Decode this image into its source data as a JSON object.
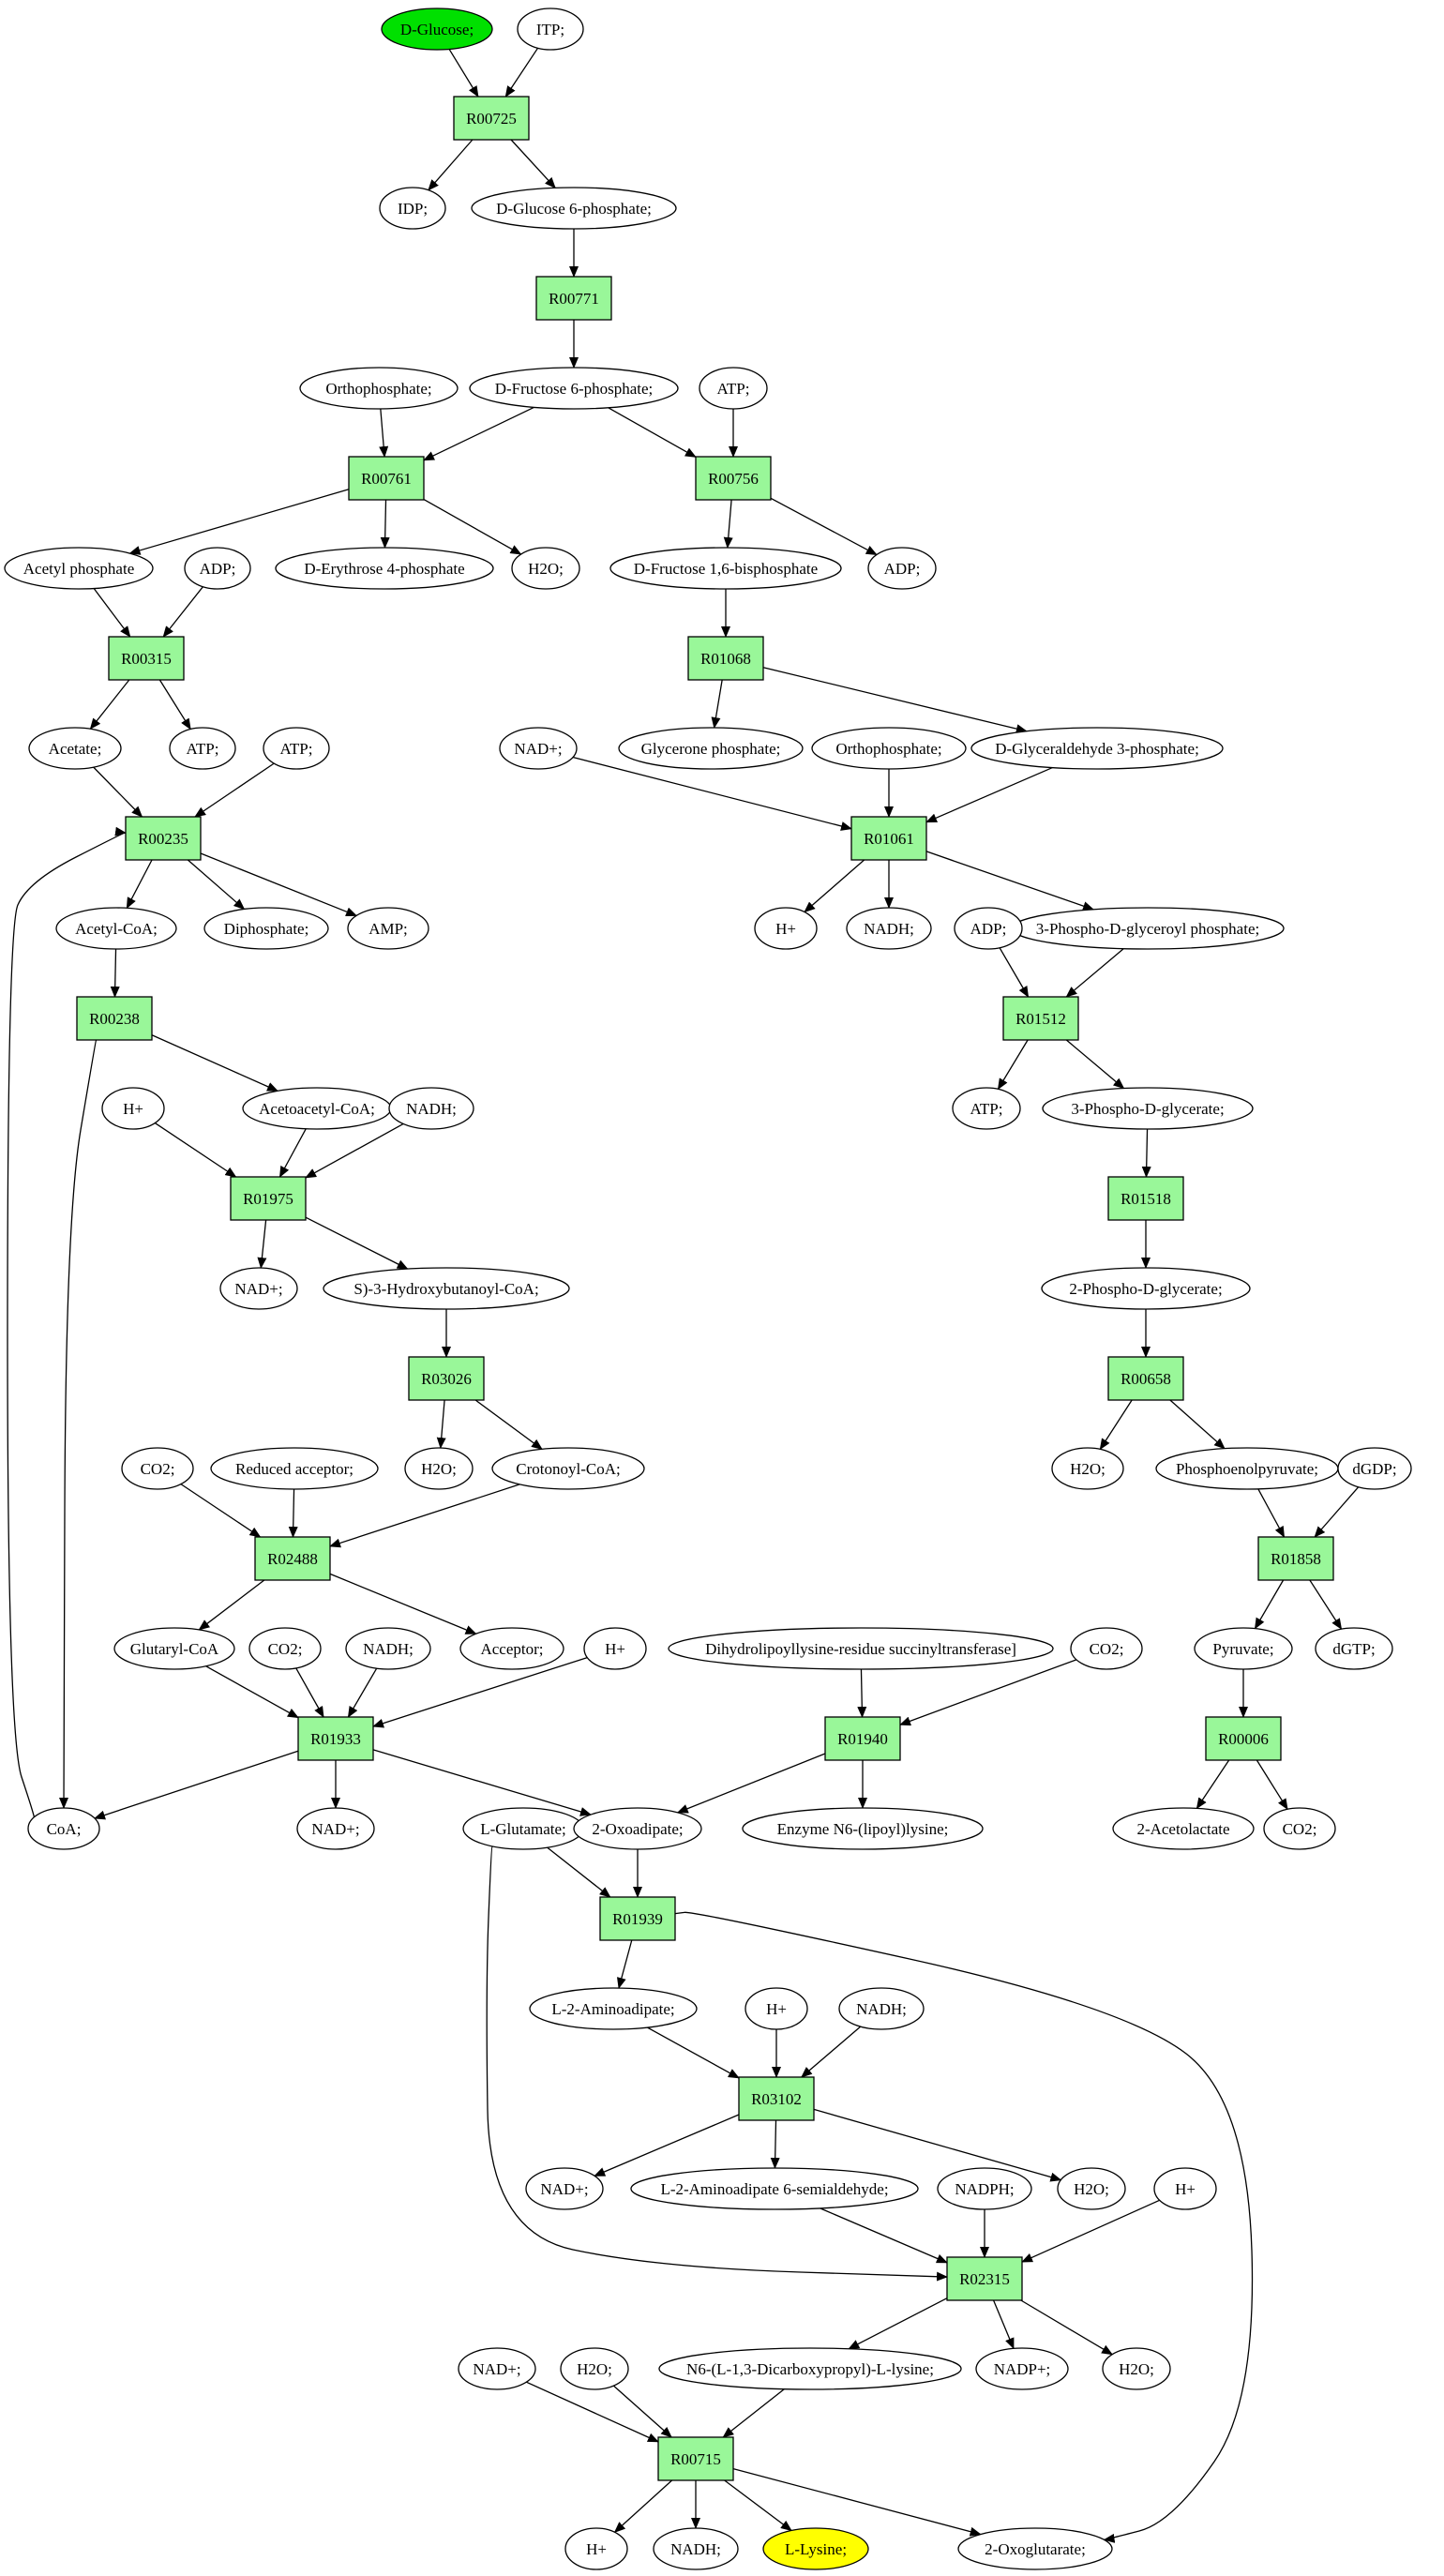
{
  "colors": {
    "reaction_fill": "#99f799",
    "compound_fill": "#ffffff",
    "source_fill": "#00e000",
    "target_fill": "#ffff00",
    "stroke": "#000000"
  },
  "nodes": [
    {
      "id": "glc",
      "label": "D-Glucose;",
      "kind": "compound",
      "highlight": "source"
    },
    {
      "id": "itp",
      "label": "ITP;",
      "kind": "compound"
    },
    {
      "id": "R00725",
      "label": "R00725",
      "kind": "reaction"
    },
    {
      "id": "idp",
      "label": "IDP;",
      "kind": "compound"
    },
    {
      "id": "g6p",
      "label": "D-Glucose 6-phosphate;",
      "kind": "compound"
    },
    {
      "id": "R00771",
      "label": "R00771",
      "kind": "reaction"
    },
    {
      "id": "ortho1",
      "label": "Orthophosphate;",
      "kind": "compound"
    },
    {
      "id": "f6p",
      "label": "D-Fructose 6-phosphate;",
      "kind": "compound"
    },
    {
      "id": "atp1",
      "label": "ATP;",
      "kind": "compound"
    },
    {
      "id": "R00761",
      "label": "R00761",
      "kind": "reaction"
    },
    {
      "id": "R00756",
      "label": "R00756",
      "kind": "reaction"
    },
    {
      "id": "acp",
      "label": "Acetyl phosphate",
      "kind": "compound"
    },
    {
      "id": "adp1",
      "label": "ADP;",
      "kind": "compound"
    },
    {
      "id": "e4p",
      "label": "D-Erythrose 4-phosphate",
      "kind": "compound"
    },
    {
      "id": "h2o1",
      "label": "H2O;",
      "kind": "compound"
    },
    {
      "id": "fbp",
      "label": "D-Fructose 1,6-bisphosphate",
      "kind": "compound"
    },
    {
      "id": "adp2",
      "label": "ADP;",
      "kind": "compound"
    },
    {
      "id": "R00315",
      "label": "R00315",
      "kind": "reaction"
    },
    {
      "id": "R01068",
      "label": "R01068",
      "kind": "reaction"
    },
    {
      "id": "acetate",
      "label": "Acetate;",
      "kind": "compound"
    },
    {
      "id": "atp2",
      "label": "ATP;",
      "kind": "compound"
    },
    {
      "id": "atp3",
      "label": "ATP;",
      "kind": "compound"
    },
    {
      "id": "nadp1",
      "label": "NAD+;",
      "kind": "compound"
    },
    {
      "id": "glyp",
      "label": "Glycerone phosphate;",
      "kind": "compound"
    },
    {
      "id": "ortho2",
      "label": "Orthophosphate;",
      "kind": "compound"
    },
    {
      "id": "g3p",
      "label": "D-Glyceraldehyde 3-phosphate;",
      "kind": "compound"
    },
    {
      "id": "R00235",
      "label": "R00235",
      "kind": "reaction"
    },
    {
      "id": "R01061",
      "label": "R01061",
      "kind": "reaction"
    },
    {
      "id": "acoa",
      "label": "Acetyl-CoA;",
      "kind": "compound"
    },
    {
      "id": "dip",
      "label": "Diphosphate;",
      "kind": "compound"
    },
    {
      "id": "amp",
      "label": "AMP;",
      "kind": "compound"
    },
    {
      "id": "hplus1",
      "label": "H+",
      "kind": "compound"
    },
    {
      "id": "nadh1",
      "label": "NADH;",
      "kind": "compound"
    },
    {
      "id": "pgp",
      "label": "3-Phospho-D-glyceroyl phosphate;",
      "kind": "compound"
    },
    {
      "id": "adp3",
      "label": "ADP;",
      "kind": "compound"
    },
    {
      "id": "R00238",
      "label": "R00238",
      "kind": "reaction"
    },
    {
      "id": "R01512",
      "label": "R01512",
      "kind": "reaction"
    },
    {
      "id": "hplus2",
      "label": "H+",
      "kind": "compound"
    },
    {
      "id": "aacoa",
      "label": "Acetoacetyl-CoA;",
      "kind": "compound"
    },
    {
      "id": "nadh2",
      "label": "NADH;",
      "kind": "compound"
    },
    {
      "id": "atp4",
      "label": "ATP;",
      "kind": "compound"
    },
    {
      "id": "pg3",
      "label": "3-Phospho-D-glycerate;",
      "kind": "compound"
    },
    {
      "id": "R01975",
      "label": "R01975",
      "kind": "reaction"
    },
    {
      "id": "R01518",
      "label": "R01518",
      "kind": "reaction"
    },
    {
      "id": "nadp2",
      "label": "NAD+;",
      "kind": "compound"
    },
    {
      "id": "hbcoa",
      "label": "S)-3-Hydroxybutanoyl-CoA;",
      "kind": "compound"
    },
    {
      "id": "pg2",
      "label": "2-Phospho-D-glycerate;",
      "kind": "compound"
    },
    {
      "id": "R03026",
      "label": "R03026",
      "kind": "reaction"
    },
    {
      "id": "R00658",
      "label": "R00658",
      "kind": "reaction"
    },
    {
      "id": "co2a",
      "label": "CO2;",
      "kind": "compound"
    },
    {
      "id": "redacc",
      "label": "Reduced acceptor;",
      "kind": "compound"
    },
    {
      "id": "h2o2",
      "label": "H2O;",
      "kind": "compound"
    },
    {
      "id": "crcoa",
      "label": "Crotonoyl-CoA;",
      "kind": "compound"
    },
    {
      "id": "h2o3",
      "label": "H2O;",
      "kind": "compound"
    },
    {
      "id": "pep",
      "label": "Phosphoenolpyruvate;",
      "kind": "compound"
    },
    {
      "id": "dgdp",
      "label": "dGDP;",
      "kind": "compound"
    },
    {
      "id": "R02488",
      "label": "R02488",
      "kind": "reaction"
    },
    {
      "id": "R01858",
      "label": "R01858",
      "kind": "reaction"
    },
    {
      "id": "gcoa",
      "label": "Glutaryl-CoA",
      "kind": "compound"
    },
    {
      "id": "co2b",
      "label": "CO2;",
      "kind": "compound"
    },
    {
      "id": "nadh3",
      "label": "NADH;",
      "kind": "compound"
    },
    {
      "id": "acc",
      "label": "Acceptor;",
      "kind": "compound"
    },
    {
      "id": "hplus3",
      "label": "H+",
      "kind": "compound"
    },
    {
      "id": "dlst",
      "label": "Dihydrolipoyllysine-residue succinyltransferase]",
      "kind": "compound"
    },
    {
      "id": "co2c",
      "label": "CO2;",
      "kind": "compound"
    },
    {
      "id": "pyr",
      "label": "Pyruvate;",
      "kind": "compound"
    },
    {
      "id": "dgtp",
      "label": "dGTP;",
      "kind": "compound"
    },
    {
      "id": "R01933",
      "label": "R01933",
      "kind": "reaction"
    },
    {
      "id": "R01940",
      "label": "R01940",
      "kind": "reaction"
    },
    {
      "id": "R00006",
      "label": "R00006",
      "kind": "reaction"
    },
    {
      "id": "coa",
      "label": "CoA;",
      "kind": "compound"
    },
    {
      "id": "nadp3",
      "label": "NAD+;",
      "kind": "compound"
    },
    {
      "id": "lglu",
      "label": "L-Glutamate;",
      "kind": "compound"
    },
    {
      "id": "oxoad",
      "label": "2-Oxoadipate;",
      "kind": "compound"
    },
    {
      "id": "enzl",
      "label": "Enzyme N6-(lipoyl)lysine;",
      "kind": "compound"
    },
    {
      "id": "acl",
      "label": "2-Acetolactate",
      "kind": "compound"
    },
    {
      "id": "co2d",
      "label": "CO2;",
      "kind": "compound"
    },
    {
      "id": "R01939",
      "label": "R01939",
      "kind": "reaction"
    },
    {
      "id": "laad",
      "label": "L-2-Aminoadipate;",
      "kind": "compound"
    },
    {
      "id": "hplus4",
      "label": "H+",
      "kind": "compound"
    },
    {
      "id": "nadh4",
      "label": "NADH;",
      "kind": "compound"
    },
    {
      "id": "R03102",
      "label": "R03102",
      "kind": "reaction"
    },
    {
      "id": "nadp4",
      "label": "NAD+;",
      "kind": "compound"
    },
    {
      "id": "laas",
      "label": "L-2-Aminoadipate 6-semialdehyde;",
      "kind": "compound"
    },
    {
      "id": "nadph",
      "label": "NADPH;",
      "kind": "compound"
    },
    {
      "id": "h2o4",
      "label": "H2O;",
      "kind": "compound"
    },
    {
      "id": "hplus5",
      "label": "H+",
      "kind": "compound"
    },
    {
      "id": "R02315",
      "label": "R02315",
      "kind": "reaction"
    },
    {
      "id": "nadp5",
      "label": "NAD+;",
      "kind": "compound"
    },
    {
      "id": "h2o5",
      "label": "H2O;",
      "kind": "compound"
    },
    {
      "id": "sacc",
      "label": "N6-(L-1,3-Dicarboxypropyl)-L-lysine;",
      "kind": "compound"
    },
    {
      "id": "nadpplus",
      "label": "NADP+;",
      "kind": "compound"
    },
    {
      "id": "h2o6",
      "label": "H2O;",
      "kind": "compound"
    },
    {
      "id": "R00715",
      "label": "R00715",
      "kind": "reaction"
    },
    {
      "id": "hplus6",
      "label": "H+",
      "kind": "compound"
    },
    {
      "id": "nadh5",
      "label": "NADH;",
      "kind": "compound"
    },
    {
      "id": "lys",
      "label": "L-Lysine;",
      "kind": "compound",
      "highlight": "target"
    },
    {
      "id": "oxoglu",
      "label": "2-Oxoglutarate;",
      "kind": "compound"
    }
  ],
  "edges": [
    [
      "glc",
      "R00725"
    ],
    [
      "itp",
      "R00725"
    ],
    [
      "R00725",
      "idp"
    ],
    [
      "R00725",
      "g6p"
    ],
    [
      "g6p",
      "R00771"
    ],
    [
      "R00771",
      "f6p"
    ],
    [
      "ortho1",
      "R00761"
    ],
    [
      "f6p",
      "R00761"
    ],
    [
      "f6p",
      "R00756"
    ],
    [
      "atp1",
      "R00756"
    ],
    [
      "R00761",
      "acp"
    ],
    [
      "R00761",
      "e4p"
    ],
    [
      "R00761",
      "h2o1"
    ],
    [
      "R00756",
      "fbp"
    ],
    [
      "R00756",
      "adp2"
    ],
    [
      "acp",
      "R00315"
    ],
    [
      "adp1",
      "R00315"
    ],
    [
      "R00315",
      "acetate"
    ],
    [
      "R00315",
      "atp2"
    ],
    [
      "fbp",
      "R01068"
    ],
    [
      "R01068",
      "glyp"
    ],
    [
      "R01068",
      "g3p"
    ],
    [
      "acetate",
      "R00235"
    ],
    [
      "atp3",
      "R00235"
    ],
    [
      "coa",
      "R00235"
    ],
    [
      "nadp1",
      "R01061"
    ],
    [
      "ortho2",
      "R01061"
    ],
    [
      "g3p",
      "R01061"
    ],
    [
      "R00235",
      "acoa"
    ],
    [
      "R00235",
      "dip"
    ],
    [
      "R00235",
      "amp"
    ],
    [
      "R01061",
      "hplus1"
    ],
    [
      "R01061",
      "nadh1"
    ],
    [
      "R01061",
      "pgp"
    ],
    [
      "acoa",
      "R00238"
    ],
    [
      "R00238",
      "coa"
    ],
    [
      "R00238",
      "aacoa"
    ],
    [
      "adp3",
      "R01512"
    ],
    [
      "pgp",
      "R01512"
    ],
    [
      "R01512",
      "atp4"
    ],
    [
      "R01512",
      "pg3"
    ],
    [
      "hplus2",
      "R01975"
    ],
    [
      "aacoa",
      "R01975"
    ],
    [
      "nadh2",
      "R01975"
    ],
    [
      "R01975",
      "nadp2"
    ],
    [
      "R01975",
      "hbcoa"
    ],
    [
      "pg3",
      "R01518"
    ],
    [
      "R01518",
      "pg2"
    ],
    [
      "hbcoa",
      "R03026"
    ],
    [
      "R03026",
      "h2o2"
    ],
    [
      "R03026",
      "crcoa"
    ],
    [
      "pg2",
      "R00658"
    ],
    [
      "R00658",
      "h2o3"
    ],
    [
      "R00658",
      "pep"
    ],
    [
      "co2a",
      "R02488"
    ],
    [
      "redacc",
      "R02488"
    ],
    [
      "crcoa",
      "R02488"
    ],
    [
      "R02488",
      "gcoa"
    ],
    [
      "R02488",
      "acc"
    ],
    [
      "pep",
      "R01858"
    ],
    [
      "dgdp",
      "R01858"
    ],
    [
      "R01858",
      "pyr"
    ],
    [
      "R01858",
      "dgtp"
    ],
    [
      "gcoa",
      "R01933"
    ],
    [
      "co2b",
      "R01933"
    ],
    [
      "nadh3",
      "R01933"
    ],
    [
      "hplus3",
      "R01933"
    ],
    [
      "R01933",
      "coa"
    ],
    [
      "R01933",
      "nadp3"
    ],
    [
      "R01933",
      "oxoad"
    ],
    [
      "dlst",
      "R01940"
    ],
    [
      "co2c",
      "R01940"
    ],
    [
      "R01940",
      "oxoad"
    ],
    [
      "R01940",
      "enzl"
    ],
    [
      "pyr",
      "R00006"
    ],
    [
      "R00006",
      "acl"
    ],
    [
      "R00006",
      "co2d"
    ],
    [
      "lglu",
      "R01939"
    ],
    [
      "oxoad",
      "R01939"
    ],
    [
      "R01939",
      "laad"
    ],
    [
      "R01939",
      "oxoglu"
    ],
    [
      "laad",
      "R03102"
    ],
    [
      "hplus4",
      "R03102"
    ],
    [
      "nadh4",
      "R03102"
    ],
    [
      "R03102",
      "nadp4"
    ],
    [
      "R03102",
      "laas"
    ],
    [
      "R03102",
      "h2o4"
    ],
    [
      "lglu",
      "R02315"
    ],
    [
      "laas",
      "R02315"
    ],
    [
      "nadph",
      "R02315"
    ],
    [
      "hplus5",
      "R02315"
    ],
    [
      "R02315",
      "sacc"
    ],
    [
      "R02315",
      "nadpplus"
    ],
    [
      "R02315",
      "h2o6"
    ],
    [
      "nadp5",
      "R00715"
    ],
    [
      "h2o5",
      "R00715"
    ],
    [
      "sacc",
      "R00715"
    ],
    [
      "R00715",
      "hplus6"
    ],
    [
      "R00715",
      "nadh5"
    ],
    [
      "R00715",
      "lys"
    ],
    [
      "R00715",
      "oxoglu"
    ]
  ]
}
